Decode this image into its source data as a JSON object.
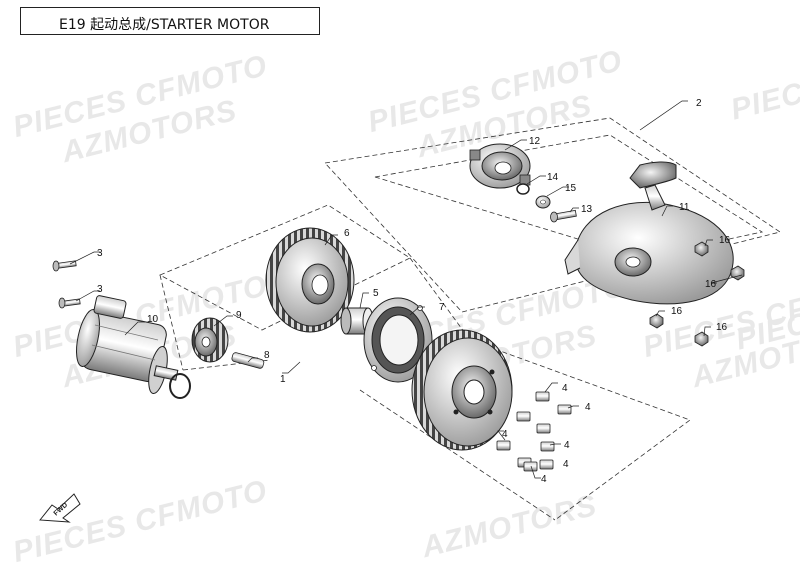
{
  "diagram": {
    "code": "E19",
    "title": "起动总成/STARTER MOTOR"
  },
  "watermarks": [
    "PIECES CFMOTO",
    "AZMOTORS",
    "PIECES CFMOTO",
    "AZMOTORS",
    "PIECES",
    "PIECES CFMOTO",
    "AZMOTORS",
    "PIECES CFMOTO",
    "AZMOTORS",
    "PIECES CFMOTO",
    "AZMOTORS",
    "PIECES",
    "PIECES CFMOTO",
    "AZMOTORS"
  ],
  "callouts": [
    "1",
    "2",
    "3",
    "3",
    "4",
    "4",
    "4",
    "4",
    "4",
    "4",
    "5",
    "6",
    "7",
    "8",
    "9",
    "10",
    "11",
    "12",
    "13",
    "14",
    "15",
    "16",
    "16",
    "16",
    "16"
  ],
  "fwd_label": "FWD"
}
